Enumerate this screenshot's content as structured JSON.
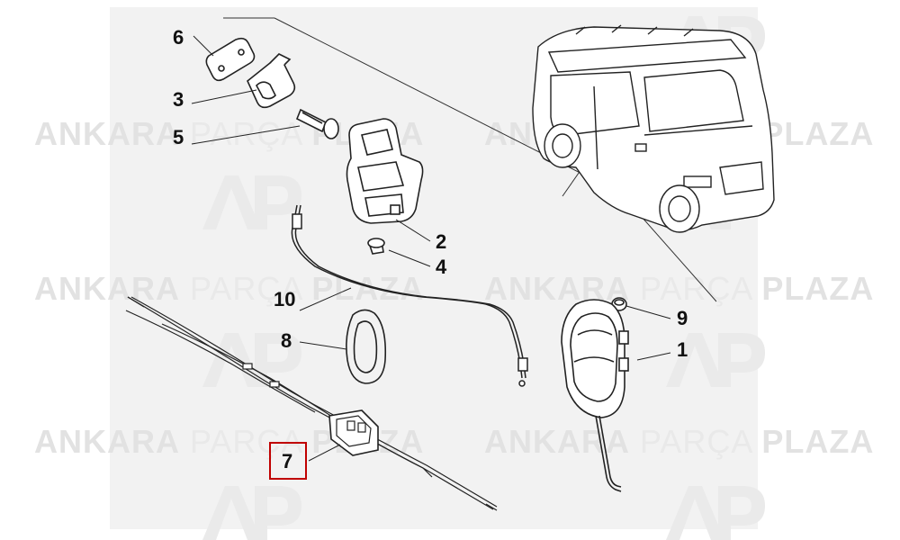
{
  "watermark": {
    "word1": "ANKARA",
    "word2": "PARÇA",
    "word3": "PLAZA",
    "logo_text": "AP"
  },
  "callouts": [
    "6",
    "3",
    "5",
    "2",
    "4",
    "10",
    "8",
    "9",
    "1",
    "7"
  ],
  "highlighted_callout": "7",
  "colors": {
    "line": "#222222",
    "highlight_box": "#c00000",
    "watermark": "#e2e2e2",
    "panel": "#f2f2f2"
  }
}
